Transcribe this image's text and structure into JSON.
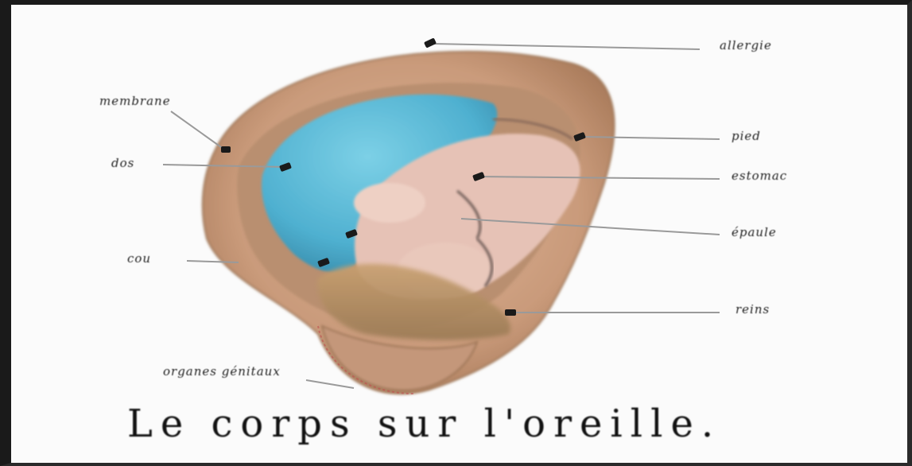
{
  "caption": "Le corps sur l'oreille.",
  "labels": {
    "top_right": "allergie",
    "top_left": "membrane",
    "mid_left": "dos",
    "right_1": "pied",
    "right_2": "estomac",
    "right_3": "épaule",
    "left_lower": "cou",
    "right_lower": "reins",
    "bottom_left": "organes génitaux"
  },
  "colors": {
    "skin": "#c99a7a",
    "skin_dark": "#a87a5a",
    "blue_zone": "#5fb7d3",
    "pink_zone": "#e6c2b6",
    "marker": "#1a1a1a",
    "leader_line": "#9a9a9a"
  }
}
